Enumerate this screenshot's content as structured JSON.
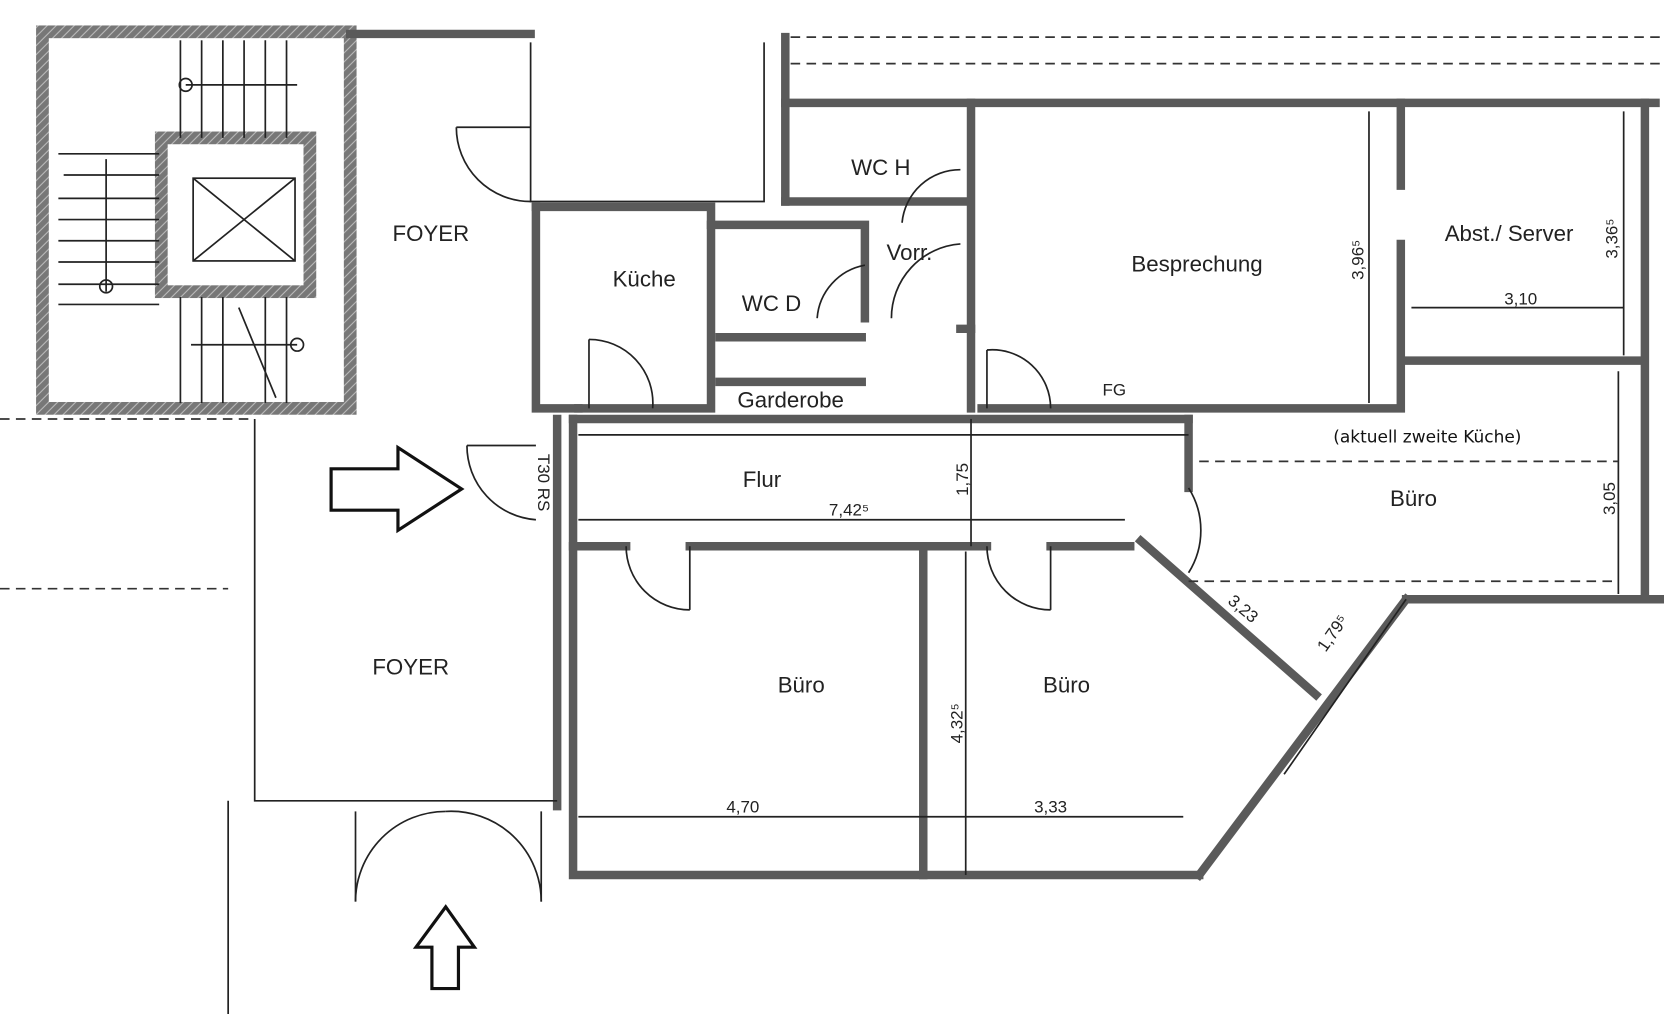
{
  "rooms": {
    "foyer_upper": "FOYER",
    "foyer_lower": "FOYER",
    "kueche": "Küche",
    "wc_h": "WC H",
    "wc_d": "WC D",
    "vorr": "Vorr.",
    "garderobe": "Garderobe",
    "besprechung": "Besprechung",
    "abst_server": "Abst./ Server",
    "flur": "Flur",
    "buero_left": "Büro",
    "buero_middle": "Büro",
    "buero_right": "Büro",
    "fg": "FG"
  },
  "note": "(aktuell zweite Küche)",
  "door_labels": {
    "t30_rs": "T30 RS"
  },
  "dimensions": {
    "besprechung_height": "3,96⁵",
    "server_height": "3,36⁵",
    "server_width": "3,10",
    "flur_height": "1,75",
    "flur_width": "7,42⁵",
    "buero_right_height": "3,05",
    "diag_1": "3,23",
    "diag_2": "1,79⁵",
    "buero_left_width": "4,70",
    "buero_middle_height": "4,32⁵",
    "buero_middle_width": "3,33"
  }
}
